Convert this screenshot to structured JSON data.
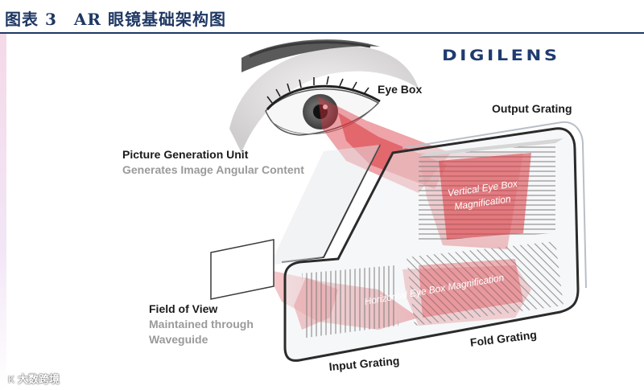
{
  "header": {
    "title": "图表 3　AR 眼镜基础架构图"
  },
  "brand": {
    "logo_text": "DIGILENS"
  },
  "labels": {
    "eye_box": "Eye Box",
    "output_grating": "Output Grating",
    "pgu_title": "Picture Generation Unit",
    "pgu_desc": "Generates Image Angular Content",
    "vertical_mag_line1": "Vertical Eye Box",
    "vertical_mag_line2": "Magnification",
    "horizontal_mag": "Horizontal Eye Box Magnification",
    "fov_title": "Field of View",
    "fov_desc_line1": "Maintained through",
    "fov_desc_line2": "Waveguide",
    "input_grating": "Input Grating",
    "fold_grating": "Fold Grating"
  },
  "watermark": {
    "icon": "K",
    "text": "大数跨境"
  },
  "colors": {
    "title": "#1f3864",
    "brand": "#1f3b70",
    "light_ray": "#d9363e",
    "waveguide_outline": "#2b2b2b"
  }
}
